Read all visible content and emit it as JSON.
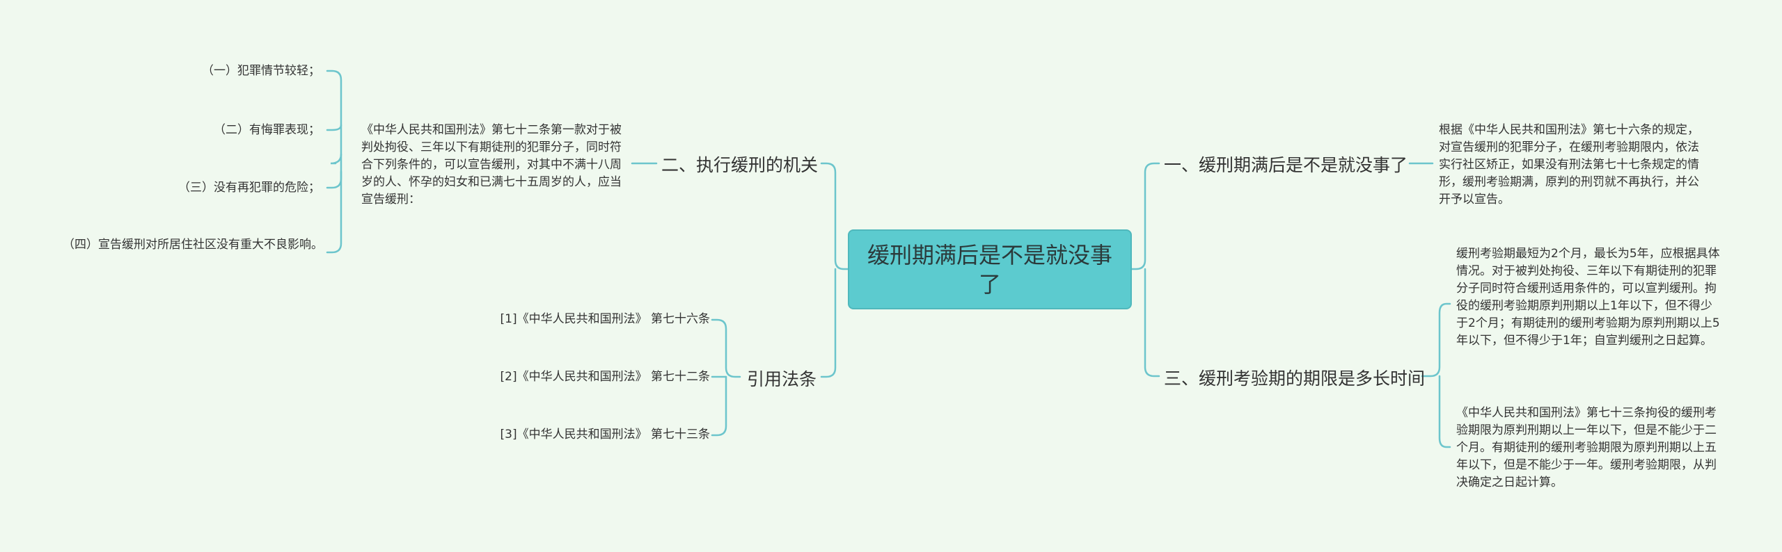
{
  "root": {
    "title": "缓刑期满后是不是就没事了"
  },
  "colors": {
    "line": "#6cc5cc",
    "root_fill": "#5ccbcf",
    "background": "#f0f9ef"
  },
  "right": [
    {
      "title": "一、缓刑期满后是不是就没事了",
      "children": [
        "根据《中华人民共和国刑法》第七十六条的规定，对宣告缓刑的犯罪分子，在缓刑考验期限内，依法实行社区矫正，如果没有刑法第七十七条规定的情形，缓刑考验期满，原判的刑罚就不再执行，并公开予以宣告。"
      ]
    },
    {
      "title": "三、缓刑考验期的期限是多长时间",
      "children": [
        "缓刑考验期最短为2个月，最长为5年，应根据具体情况。对于被判处拘役、三年以下有期徒刑的犯罪分子同时符合缓刑适用条件的，可以宣判缓刑。拘役的缓刑考验期原判刑期以上1年以下，但不得少于2个月；有期徒刑的缓刑考验期为原判刑期以上5年以下，但不得少于1年；自宣判缓刑之日起算。",
        "《中华人民共和国刑法》第七十三条拘役的缓刑考验期限为原判刑期以上一年以下，但是不能少于二个月。有期徒刑的缓刑考验期限为原判刑期以上五年以下，但是不能少于一年。缓刑考验期限，从判决确定之日起计算。"
      ]
    }
  ],
  "left": [
    {
      "title": "二、执行缓刑的机关",
      "intro": "《中华人民共和国刑法》第七十二条第一款对于被判处拘役、三年以下有期徒刑的犯罪分子，同时符合下列条件的，可以宣告缓刑，对其中不满十八周岁的人、怀孕的妇女和已满七十五周岁的人，应当宣告缓刑：",
      "children": [
        "（一）犯罪情节较轻；",
        "（二）有悔罪表现；",
        "（三）没有再犯罪的危险；",
        "（四）宣告缓刑对所居住社区没有重大不良影响。"
      ]
    },
    {
      "title": "引用法条",
      "children": [
        "[1]《中华人民共和国刑法》 第七十六条",
        "[2]《中华人民共和国刑法》 第七十二条",
        "[3]《中华人民共和国刑法》 第七十三条"
      ]
    }
  ]
}
